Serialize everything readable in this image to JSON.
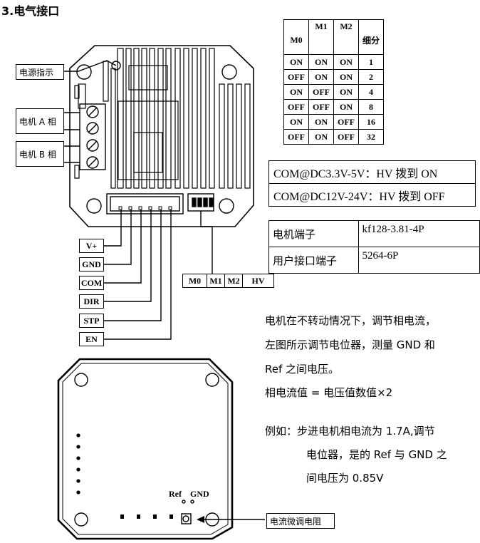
{
  "title": "3.电气接口",
  "microstep_table": {
    "headers": [
      "M0",
      "M1",
      "M2",
      "细分"
    ],
    "rows": [
      [
        "ON",
        "ON",
        "ON",
        "1"
      ],
      [
        "OFF",
        "ON",
        "ON",
        "2"
      ],
      [
        "ON",
        "OFF",
        "ON",
        "4"
      ],
      [
        "OFF",
        "OFF",
        "ON",
        "8"
      ],
      [
        "ON",
        "ON",
        "OFF",
        "16"
      ],
      [
        "OFF",
        "ON",
        "OFF",
        "32"
      ]
    ]
  },
  "com_table": {
    "row1": "COM@DC3.3V-5V：HV 拨到 ON",
    "row2": "COM@DC12V-24V：HV 拨到 OFF"
  },
  "connector_table": {
    "motor_label": "电机端子",
    "motor_value": "kf128-3.81-4P",
    "user_label": "用户接口端子",
    "user_value": "5264-6P"
  },
  "labels": {
    "power": "电源指示",
    "motor_a": "电机 A 相",
    "motor_b": "电机 B 相",
    "current_pot": "电流微调电阻"
  },
  "pins": [
    "V+",
    "GND",
    "COM",
    "DIR",
    "STP",
    "EN"
  ],
  "switches": [
    "M0",
    "M1",
    "M2",
    "HV"
  ],
  "test_points": {
    "ref": "Ref",
    "gnd": "GND"
  },
  "text": {
    "line1": "电机在不转动情况下，调节相电流，",
    "line2": "左图所示调节电位器，测量 GND 和",
    "line3": "Ref 之间电压。",
    "line4": "相电流值 = 电压值数值×2",
    "line5": "例如：步进电机相电流为 1.7A,调节",
    "line6": "电位器，是的 Ref 与 GND 之",
    "line7": "间电压为 0.85V"
  }
}
